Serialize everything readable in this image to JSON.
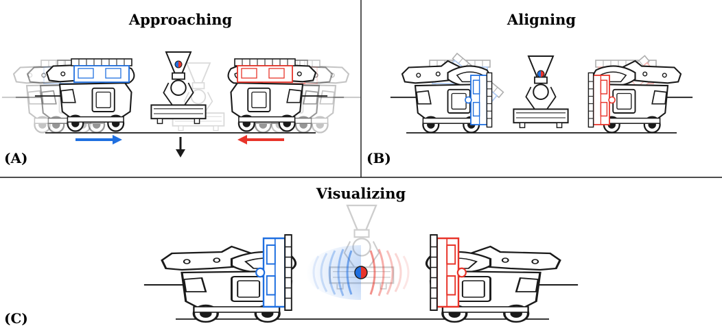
{
  "panels": {
    "a": {
      "title": "Approaching",
      "label": "(A)"
    },
    "b": {
      "title": "Aligning",
      "label": "(B)"
    },
    "c": {
      "title": "Visualizing",
      "label": "(C)"
    }
  },
  "colors": {
    "left_robot": "#1f6fe0",
    "right_robot": "#e8342a",
    "robot_outline": "#1a1a1a",
    "ghost": "#c8c8c8",
    "divider": "#111111"
  },
  "icons": {
    "left_arrow": "arrow-right-icon",
    "right_arrow": "arrow-left-icon",
    "down_arrow": "arrow-down-icon"
  }
}
